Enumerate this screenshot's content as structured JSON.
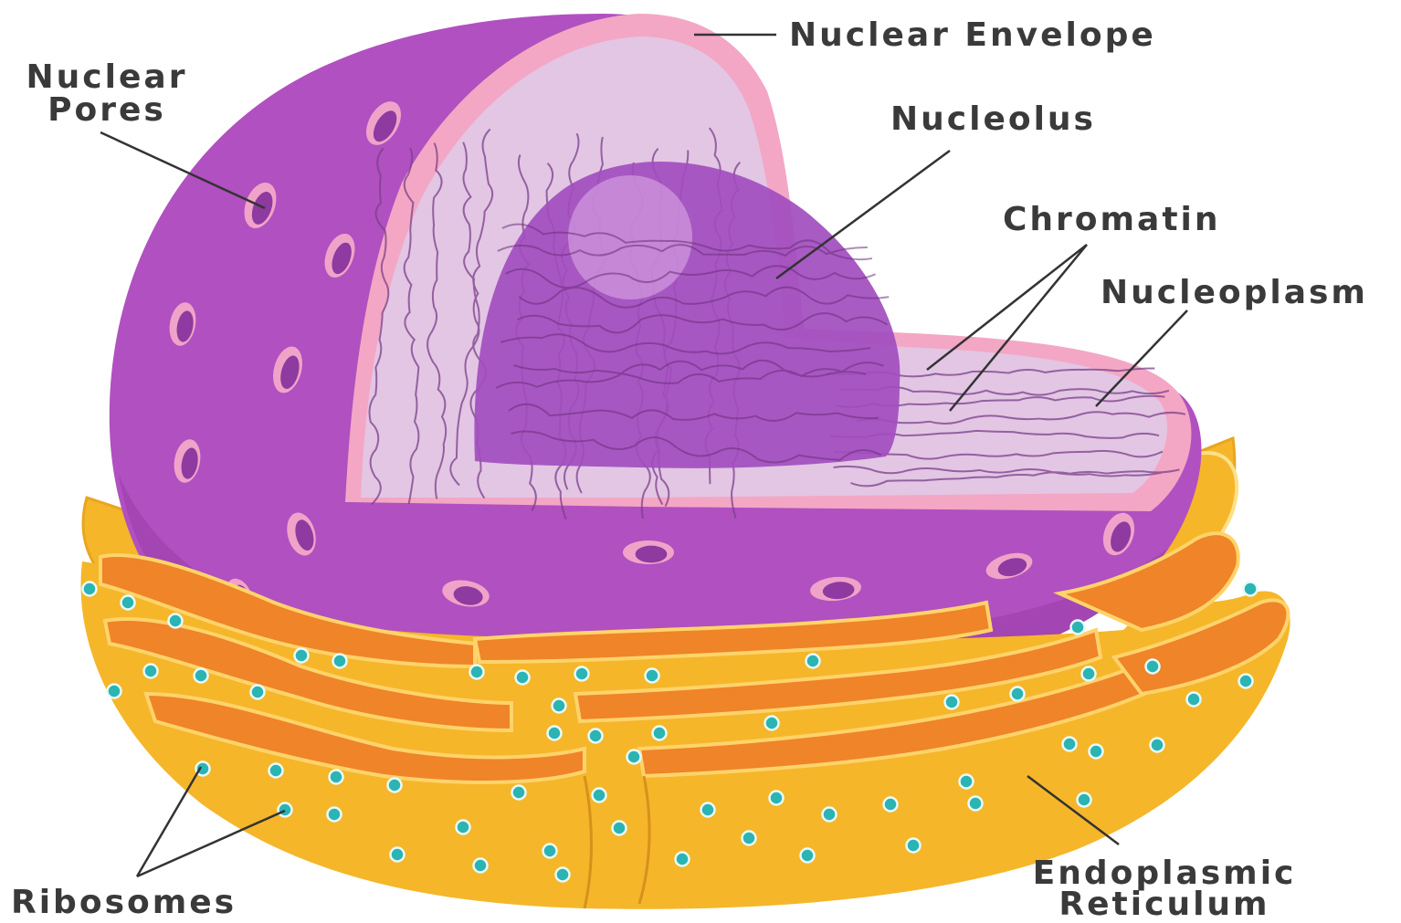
{
  "labels": {
    "nuclear_envelope": "Nuclear Envelope",
    "nuclear_pores_line1": "Nuclear",
    "nuclear_pores_line2": "Pores",
    "nucleolus": "Nucleolus",
    "chromatin": "Chromatin",
    "nucleoplasm": "Nucleoplasm",
    "ribosomes": "Ribosomes",
    "er_line1": "Endoplasmic",
    "er_line2": "Reticulum"
  },
  "colors": {
    "envelope_outer": "#b150c0",
    "envelope_dark": "#8e3aa0",
    "envelope_rim": "#f3a7c4",
    "nucleoplasm": "#e2c6e4",
    "nucleolus": "#a24dbf",
    "nucleolus_core": "#d39be0",
    "chromatin": "#7b3f8a",
    "pore": "#f0a3c8",
    "er_yellow": "#f5b62a",
    "er_orange": "#ef8428",
    "ribosome": "#2cb3b3",
    "leader": "#333333"
  }
}
